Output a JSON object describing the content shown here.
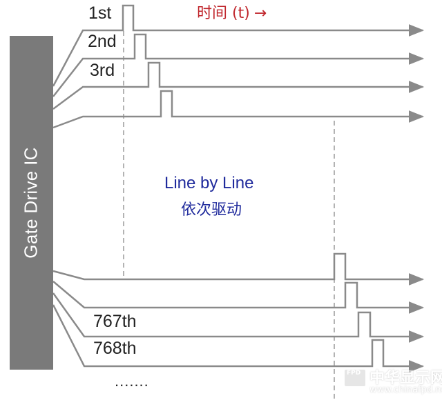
{
  "ic_label": "Gate Drive IC",
  "time_axis": {
    "text": "时间 (t)",
    "arrow": "→"
  },
  "row_labels": {
    "first": "1st",
    "second": "2nd",
    "third": "3rd",
    "n767": "767th",
    "n768": "768th"
  },
  "center_text": {
    "english": "Line by Line",
    "chinese": "依次驱动"
  },
  "ellipsis": ".......",
  "watermark": {
    "logo": "FPD",
    "name": "中华显示网",
    "url": "www.chinafpd.net"
  },
  "colors": {
    "line": "#8a8a8a",
    "ic_bar": "#7a7a7a",
    "time_label": "#c0262c",
    "center_text": "#1f2a9c",
    "dashed": "#9a9a9a"
  },
  "scan_lines": {
    "top_group": 4,
    "bottom_group": 4,
    "drive_order": "sequential"
  }
}
